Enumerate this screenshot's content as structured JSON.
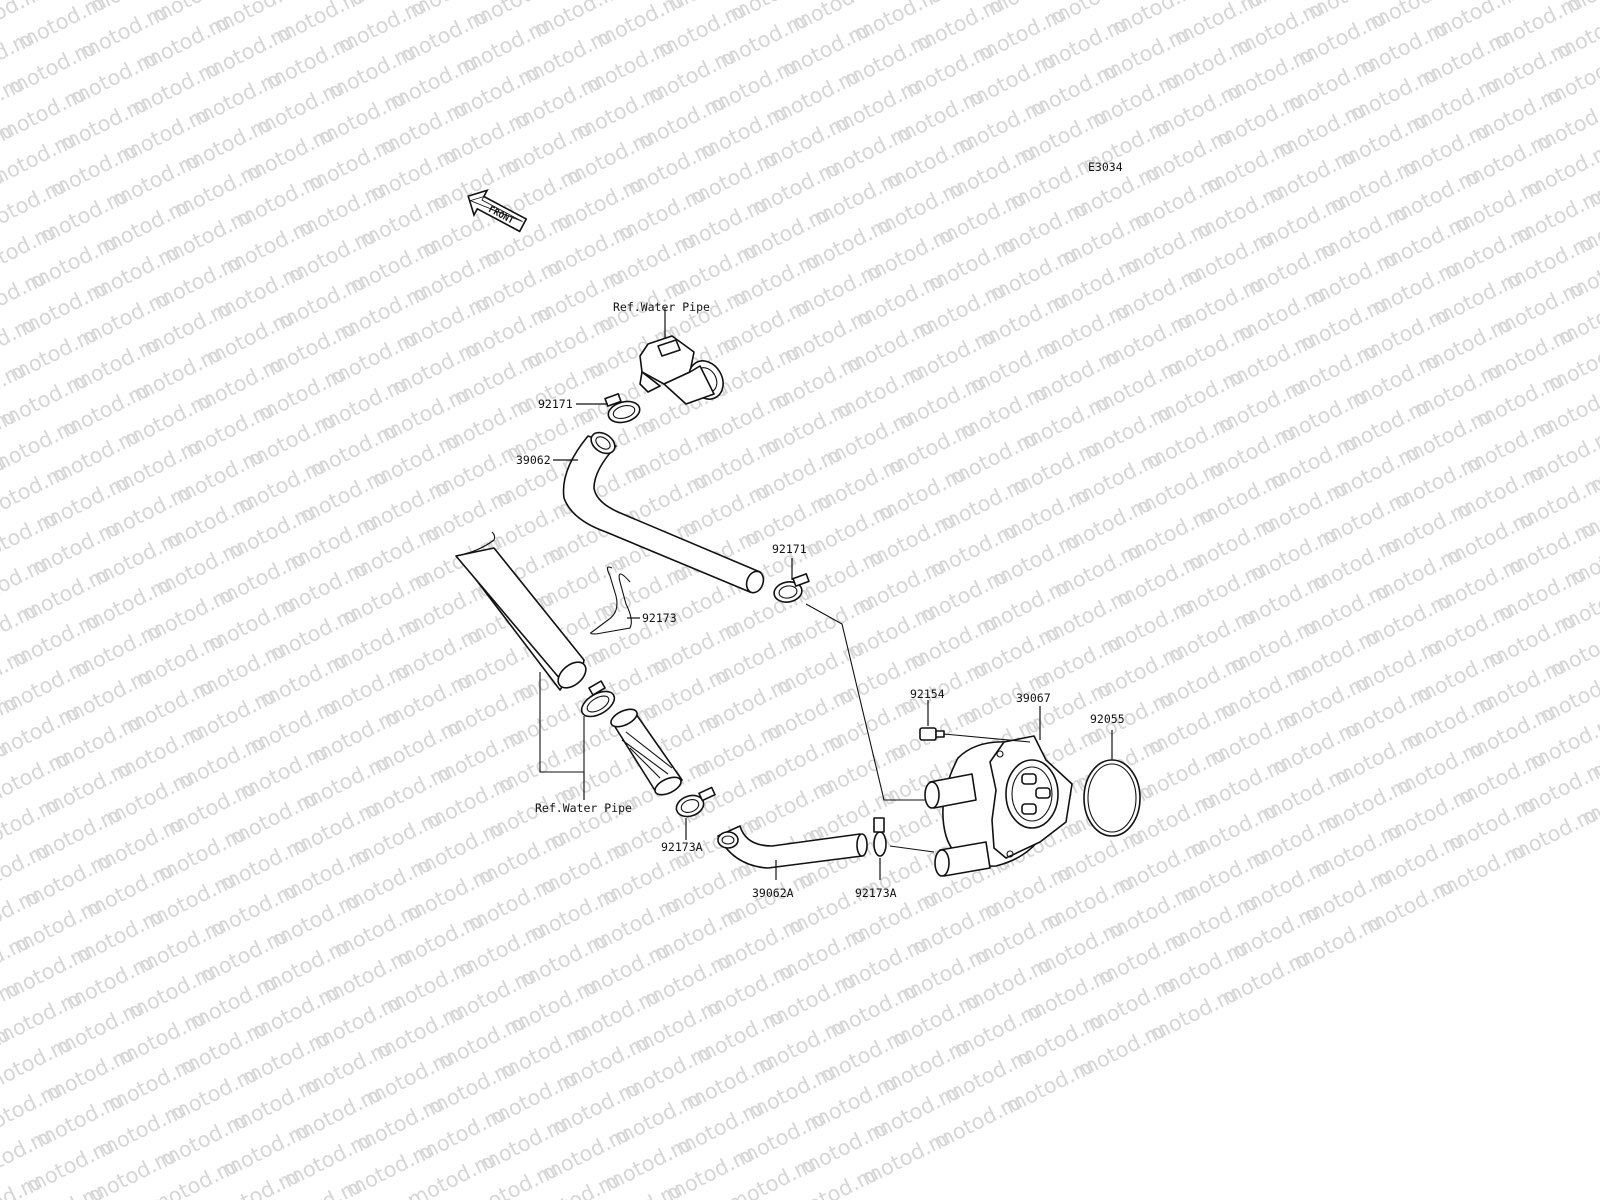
{
  "watermark": {
    "text": "motod.ru"
  },
  "diagram": {
    "figure_code": "E3034",
    "front_indicator": "FRONT",
    "labels": {
      "ref_water_pipe_top": "Ref.Water Pipe",
      "ref_water_pipe_bottom": "Ref.Water Pipe",
      "clamp_92171_upper": "92171",
      "clamp_92171_lower": "92171",
      "hose_39062": "39062",
      "clip_92173": "92173",
      "clamp_92173a_left": "92173A",
      "clamp_92173a_right": "92173A",
      "hose_39062a": "39062A",
      "bolt_92154": "92154",
      "cooler_39067": "39067",
      "oring_92055": "92055"
    }
  }
}
